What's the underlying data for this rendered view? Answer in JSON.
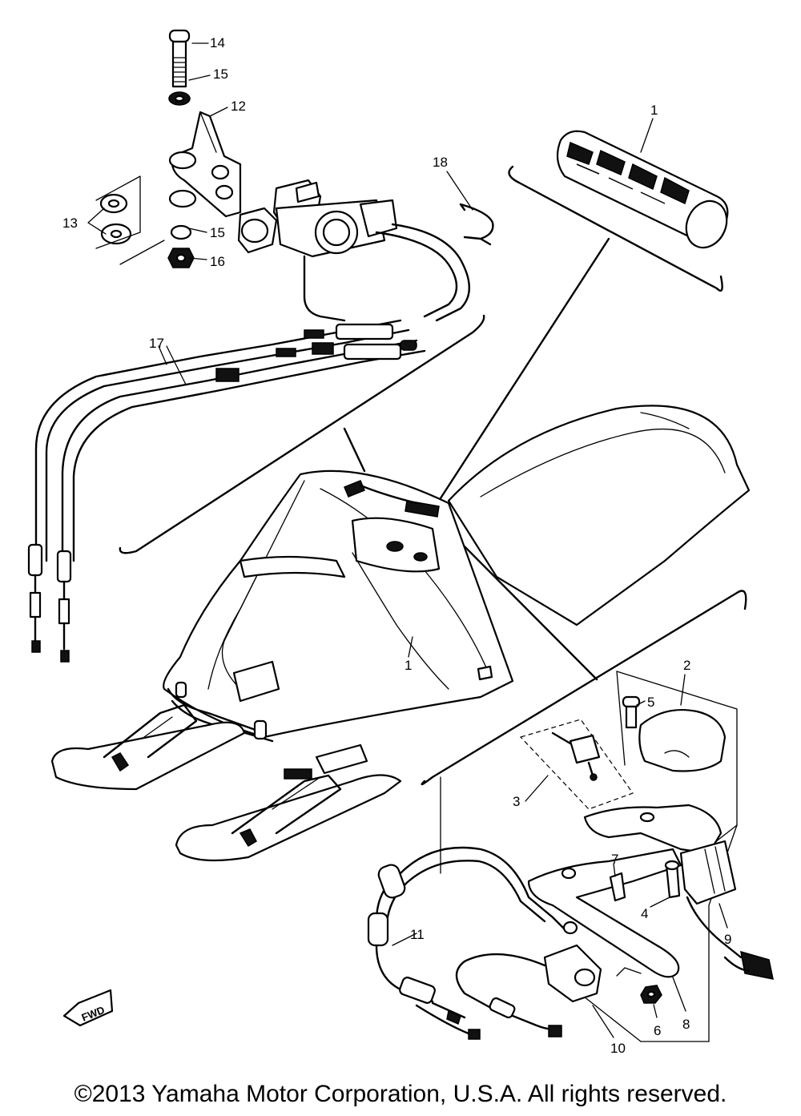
{
  "callouts": [
    {
      "id": "c1a",
      "label": "1"
    },
    {
      "id": "c1b",
      "label": "1"
    },
    {
      "id": "c2",
      "label": "2"
    },
    {
      "id": "c3",
      "label": "3"
    },
    {
      "id": "c4",
      "label": "4"
    },
    {
      "id": "c5",
      "label": "5"
    },
    {
      "id": "c6",
      "label": "6"
    },
    {
      "id": "c7",
      "label": "7"
    },
    {
      "id": "c8",
      "label": "8"
    },
    {
      "id": "c9",
      "label": "9"
    },
    {
      "id": "c10",
      "label": "10"
    },
    {
      "id": "c11",
      "label": "11"
    },
    {
      "id": "c12",
      "label": "12"
    },
    {
      "id": "c13",
      "label": "13"
    },
    {
      "id": "c14",
      "label": "14"
    },
    {
      "id": "c15a",
      "label": "15"
    },
    {
      "id": "c15b",
      "label": "15"
    },
    {
      "id": "c16",
      "label": "16"
    },
    {
      "id": "c17",
      "label": "17"
    },
    {
      "id": "c18",
      "label": "18"
    }
  ],
  "fwd_marker": "FWD",
  "copyright": "©2013 Yamaha Motor Corporation, U.S.A. All rights reserved."
}
